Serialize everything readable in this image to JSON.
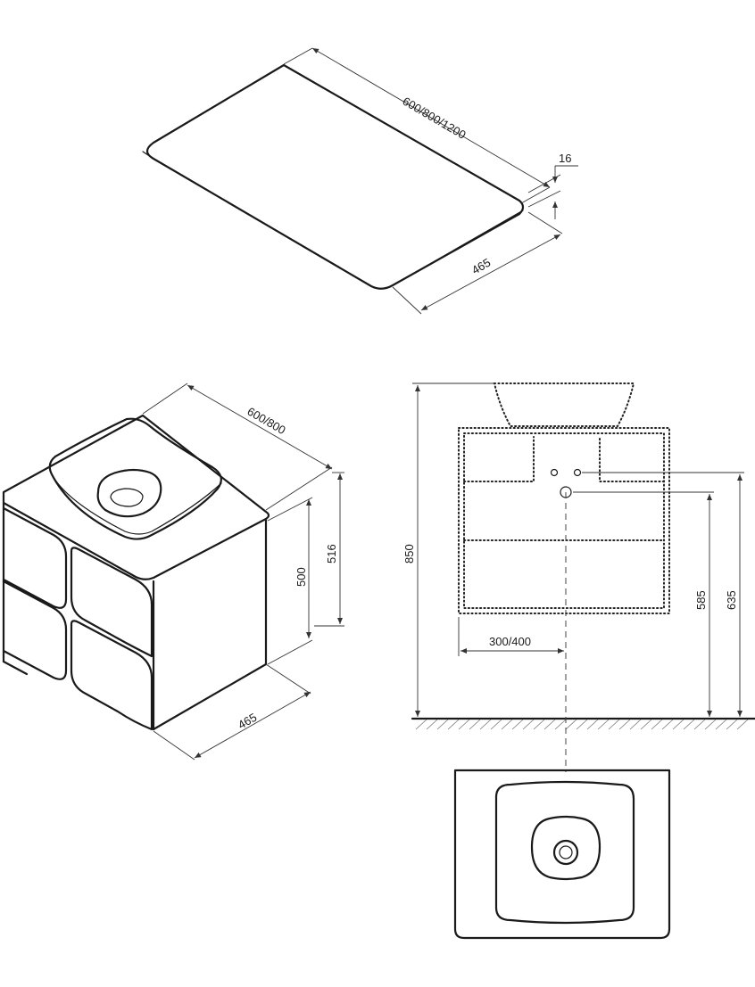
{
  "top_panel": {
    "dims": {
      "length": "600/800/1200",
      "thickness": "16",
      "depth": "465"
    }
  },
  "cabinet_iso": {
    "dims": {
      "width": "600/800",
      "front_height": "500",
      "total_height": "516",
      "depth": "465"
    }
  },
  "front_elevation": {
    "dims": {
      "total_height": "850",
      "drain_height": "585",
      "tap_height": "635",
      "offset": "300/400"
    }
  },
  "colors": {
    "line": "#1a1a1a",
    "dimension": "#333333"
  }
}
